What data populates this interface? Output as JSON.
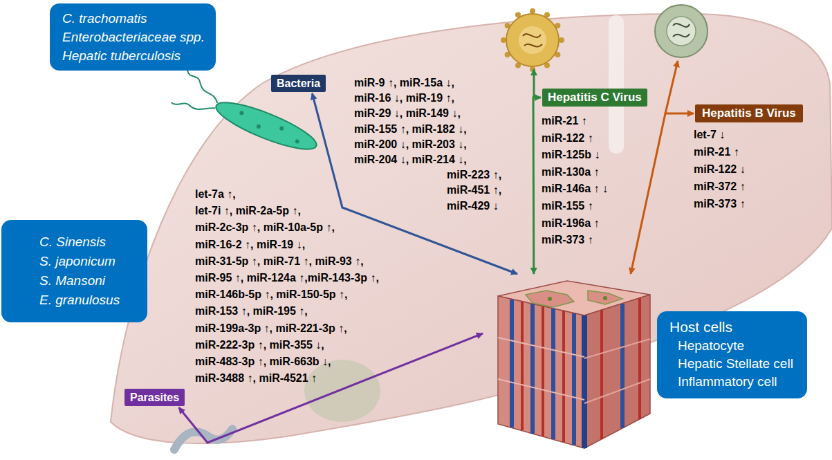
{
  "diagram": {
    "nodes": [
      {
        "text": [
          "C. trachomatis",
          "Enterobacteriaceae spp.",
          "Hepatic tuberculosis"
        ]
      },
      {
        "text": [
          "Bacteria"
        ]
      },
      {
        "text": [
          "Hepatitis C Virus"
        ]
      },
      {
        "text": [
          "Hepatitis B Virus"
        ]
      },
      {
        "text": [
          "C. Sinensis",
          "S. japonicum",
          "S. Mansoni",
          "E. granulosus"
        ]
      },
      {
        "text": [
          "Parasites"
        ]
      },
      {
        "text": [
          "Host cells",
          "Hepatocyte",
          "Hepatic Stellate cell",
          "Inflammatory cell"
        ]
      }
    ],
    "edges": [
      {
        "from": 1,
        "to": 6,
        "arrow": "both"
      },
      {
        "from": 2,
        "to": 6,
        "arrow": "both"
      },
      {
        "from": 3,
        "to": 6,
        "arrow": "both"
      },
      {
        "from": 5,
        "to": 6,
        "arrow": "both"
      }
    ],
    "labels": [
      "miR-9 ↑, miR-15a ↓,",
      "miR-16 ↓, miR-19 ↑,",
      "miR-29 ↓, miR-149 ↓,",
      "miR-155 ↑, miR-182 ↓,",
      "miR-200 ↓, miR-203 ↓,",
      "miR-204 ↓, miR-214 ↓,",
      "miR-223 ↑,",
      "miR-451 ↑,",
      "miR-429 ↓",
      "miR-21 ↑",
      "miR-122 ↑",
      "miR-125b ↓",
      "miR-130a ↑",
      "miR-146a ↑ ↓",
      "miR-155 ↑",
      "miR-196a ↑",
      "miR-373 ↑",
      "let-7 ↓",
      "miR-21 ↑",
      "miR-122 ↓",
      "miR-372 ↑",
      "miR-373 ↑",
      "let-7a ↑,",
      "let-7i ↑, miR-2a-5p ↑,",
      "miR-2c-3p ↑, miR-10a-5p ↑,",
      "miR-16-2 ↑, miR-19 ↓,",
      "miR-31-5p ↑, miR-71 ↑, miR-93 ↑,",
      "miR-95 ↑, miR-124a ↑,miR-143-3p ↑,",
      "miR-146b-5p ↑, miR-150-5p ↑,",
      "miR-153 ↑, miR-195 ↑,",
      "miR-199a-3p ↑, miR-221-3p ↑,",
      "miR-222-3p ↑, miR-355 ↓,",
      "miR-483-3p ↑, miR-663b ↓,",
      "miR-3488 ↑, miR-4521 ↑"
    ]
  }
}
